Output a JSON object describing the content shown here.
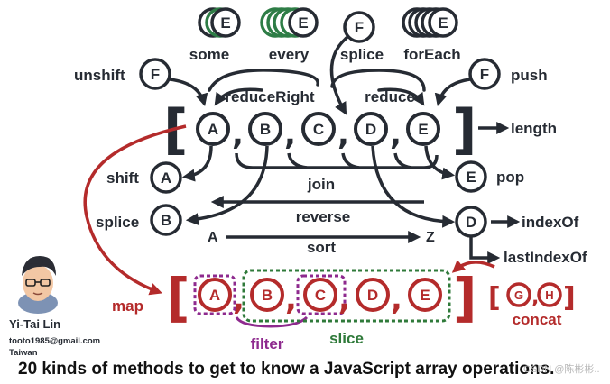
{
  "colors": {
    "dark": "#262b33",
    "green": "#2e7d46",
    "red": "#b42b2b",
    "purple": "#8e2a8e",
    "slice_green": "#2f7a3a"
  },
  "letters": {
    "A": "A",
    "B": "B",
    "C": "C",
    "D": "D",
    "E": "E",
    "F": "F",
    "G": "G",
    "H": "H",
    "Z": "Z"
  },
  "methods": {
    "some": "some",
    "every": "every",
    "splice": "splice",
    "forEach": "forEach",
    "unshift": "unshift",
    "push": "push",
    "reduceRight": "reduceRight",
    "reduce": "reduce",
    "length": "length",
    "shift": "shift",
    "pop": "pop",
    "join": "join",
    "reverse": "reverse",
    "sort": "sort",
    "indexOf": "indexOf",
    "lastIndexOf": "lastIndexOf",
    "map": "map",
    "filter": "filter",
    "slice": "slice",
    "concat": "concat"
  },
  "author": {
    "name": "Yi-Tai Lin",
    "email": "tooto1985@gmail.com",
    "country": "Taiwan",
    "avatar_icon": "avatar-portrait-icon"
  },
  "footer": {
    "caption": "20 kinds of methods to get to know a JavaScript array operations.",
    "watermark": "CSDN @陈彬彬.."
  }
}
